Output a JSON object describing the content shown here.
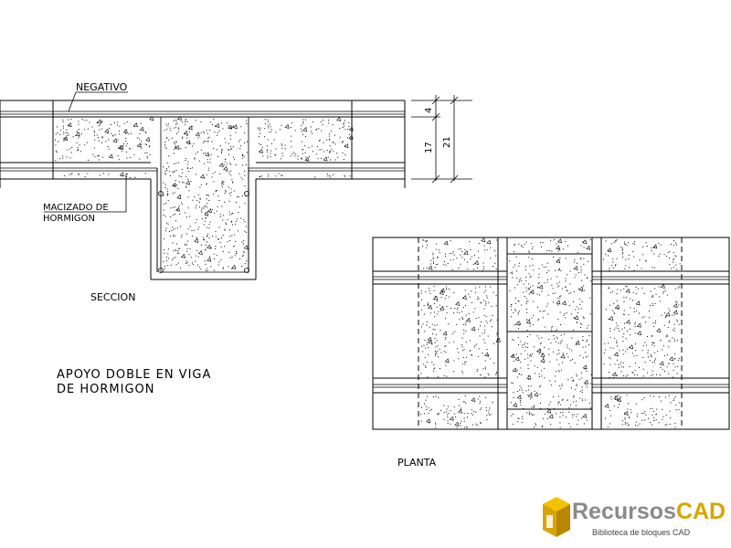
{
  "labels": {
    "negativo": "NEGATIVO",
    "macizado_line1": "MACIZADO DE",
    "macizado_line2": "HORMIGON",
    "seccion": "SECCION",
    "title_line1": "APOYO DOBLE EN VIGA",
    "title_line2": "DE HORMIGON",
    "planta": "PLANTA"
  },
  "dimensions": {
    "top": "4",
    "middle": "17",
    "total": "21"
  },
  "logo": {
    "name_part1": "Recursos",
    "name_part2": "CAD",
    "subtitle": "Biblioteca de bloques CAD",
    "colors": {
      "gold": "#d9a400",
      "gray": "#8a8a8a"
    }
  }
}
